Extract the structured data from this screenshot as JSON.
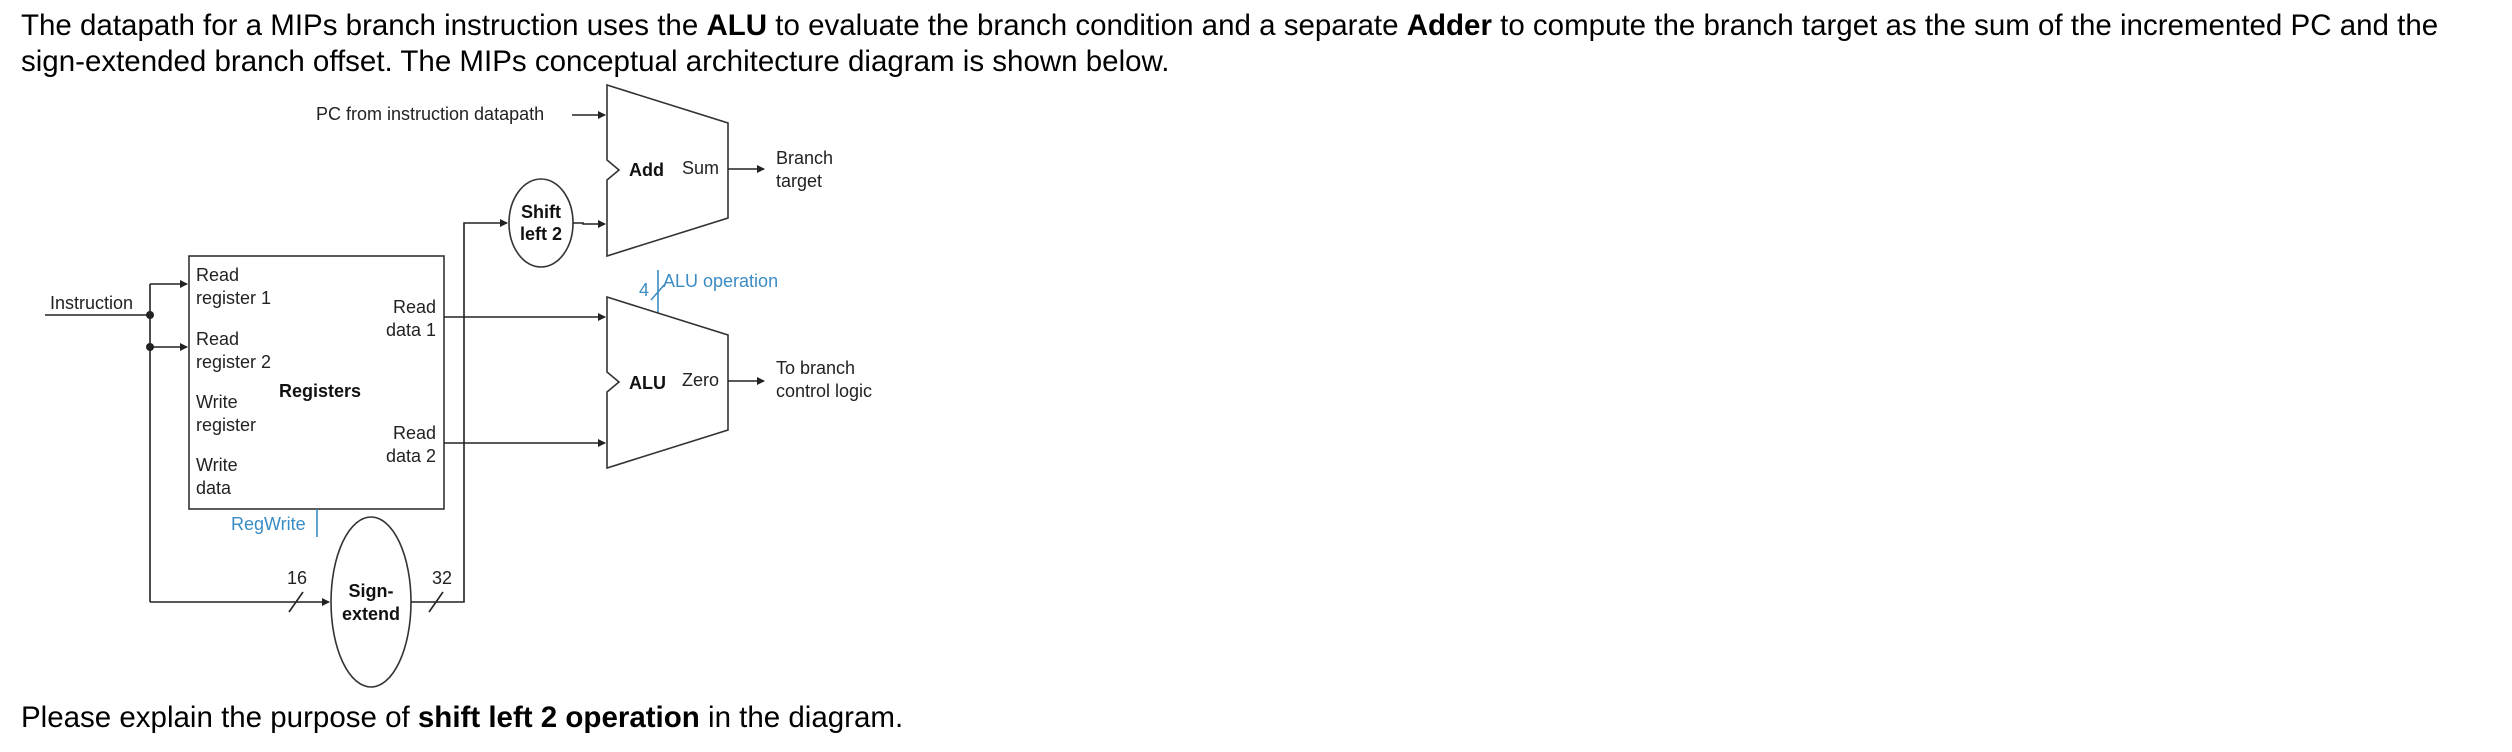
{
  "intro": {
    "t1": "The datapath for a MIPs branch instruction uses the ",
    "b1": "ALU",
    "t2": " to evaluate the branch condition and a separate ",
    "b2": "Adder",
    "t3": " to compute the branch target as the sum of the incremented PC and the sign-extended branch offset.  The MIPs conceptual architecture diagram is shown below."
  },
  "diagram": {
    "pc_label": "PC from instruction datapath",
    "adder": {
      "name": "Add",
      "output": "Sum",
      "dest_line1": "Branch",
      "dest_line2": "target"
    },
    "shift": {
      "line1": "Shift",
      "line2": "left 2"
    },
    "alu_op": {
      "bits": "4",
      "label": "ALU operation"
    },
    "alu": {
      "name": "ALU",
      "output": "Zero",
      "dest_line1": "To branch",
      "dest_line2": "control logic"
    },
    "instruction": "Instruction",
    "registers": {
      "title": "Registers",
      "read_reg1_a": "Read",
      "read_reg1_b": "register 1",
      "read_reg2_a": "Read",
      "read_reg2_b": "register 2",
      "write_reg_a": "Write",
      "write_reg_b": "register",
      "write_data_a": "Write",
      "write_data_b": "data",
      "read_data1_a": "Read",
      "read_data1_b": "data 1",
      "read_data2_a": "Read",
      "read_data2_b": "data 2"
    },
    "regwrite": "RegWrite",
    "sign_extend": {
      "line1": "Sign-",
      "line2": "extend",
      "in_bits": "16",
      "out_bits": "32"
    }
  },
  "question": {
    "t1": "Please explain the purpose of ",
    "b1": "shift left 2 operation",
    "t2": " in the diagram."
  }
}
